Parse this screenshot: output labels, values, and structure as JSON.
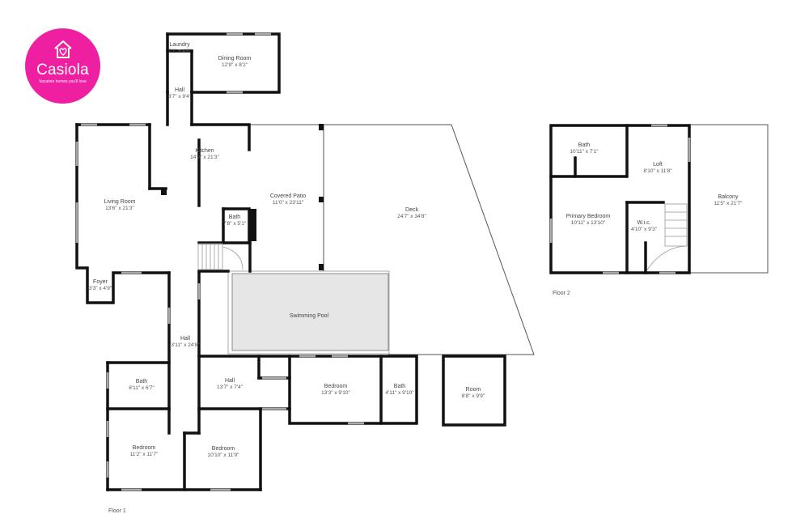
{
  "logo": {
    "name": "Casiola",
    "tagline": "Vacation homes you'll love",
    "color": "#ef1fa1"
  },
  "floors": [
    {
      "label": "Floor 1",
      "rooms": [
        {
          "name": "Laundry",
          "dims": "7'1\" x 4'6\""
        },
        {
          "name": "Dining Room",
          "dims": "12'9\" x 8'2\""
        },
        {
          "name": "Hall",
          "dims": "3'7\" x 9'4\""
        },
        {
          "name": "Kitchen",
          "dims": "14'9\" x 21'3\""
        },
        {
          "name": "Living Room",
          "dims": "13'6\" x 21'3\""
        },
        {
          "name": "Covered Patio",
          "dims": "11'0\" x 23'11\""
        },
        {
          "name": "Deck",
          "dims": "24'7\" x 34'8\""
        },
        {
          "name": "Bath",
          "dims": "7'8\" x 5'1\""
        },
        {
          "name": "Foyer",
          "dims": "3'3\" x 4'9\""
        },
        {
          "name": "Swimming Pool",
          "dims": ""
        },
        {
          "name": "Hall",
          "dims": "3'11\" x 24'8\""
        },
        {
          "name": "Bath",
          "dims": "8'11\" x 6'7\""
        },
        {
          "name": "Hall",
          "dims": "13'7\" x 7'4\""
        },
        {
          "name": "Bedroom",
          "dims": "13'3\" x 9'10\""
        },
        {
          "name": "Bath",
          "dims": "4'11\" x 9'10\""
        },
        {
          "name": "Room",
          "dims": "8'8\" x 9'9\""
        },
        {
          "name": "Bedroom",
          "dims": "11'2\" x 11'7\""
        },
        {
          "name": "Bedroom",
          "dims": "10'10\" x 11'9\""
        }
      ]
    },
    {
      "label": "Floor 2",
      "rooms": [
        {
          "name": "Bath",
          "dims": "10'11\" x 7'1\""
        },
        {
          "name": "Loft",
          "dims": "8'10\" x 11'8\""
        },
        {
          "name": "Balcony",
          "dims": "11'5\" x 21'7\""
        },
        {
          "name": "Primary Bedroom",
          "dims": "10'11\" x 13'10\""
        },
        {
          "name": "W.i.c.",
          "dims": "4'10\" x 9'3\""
        }
      ]
    }
  ]
}
